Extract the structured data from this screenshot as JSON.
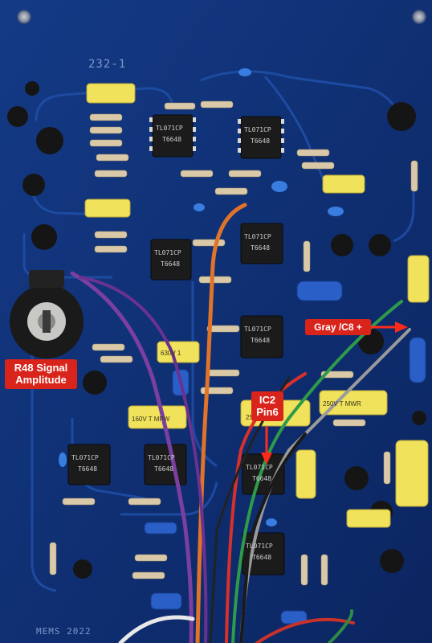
{
  "board": {
    "silkscreen_id": "232-1",
    "maker_mark": "MEMS 2022"
  },
  "callouts": {
    "pot": "R48 Signal\nAmplitude",
    "pin": "IC2\nPin6",
    "cap": "Gray /C8 +"
  },
  "chips": [
    {
      "marking": "TL071CP",
      "code": "T6648"
    },
    {
      "marking": "TL071CP",
      "code": "T6648"
    },
    {
      "marking": "TL071CP",
      "code": "T6648"
    },
    {
      "marking": "TL071CP",
      "code": "T6648"
    },
    {
      "marking": "TL071CP",
      "code": "T6648"
    },
    {
      "marking": "TL071CP",
      "code": "T6648"
    },
    {
      "marking": "TL071CP",
      "code": "T6648"
    },
    {
      "marking": "TL071CP",
      "code": "T6648"
    },
    {
      "marking": "TL071CP",
      "code": "T6648"
    }
  ],
  "capacitor_labels": [
    "250V T MWR",
    "160V T MPW",
    "250V T MWR",
    "630V 1"
  ],
  "colors": {
    "board": "#0d2c6e",
    "callout": "#d9241c",
    "cap_yellow": "#f0e25a",
    "chip": "#1a1a1a",
    "wire_orange": "#e0732a",
    "wire_purple": "#7a3fa0",
    "wire_red": "#d8302a",
    "wire_green": "#2e9a4a",
    "wire_gray": "#9a9a9a"
  }
}
